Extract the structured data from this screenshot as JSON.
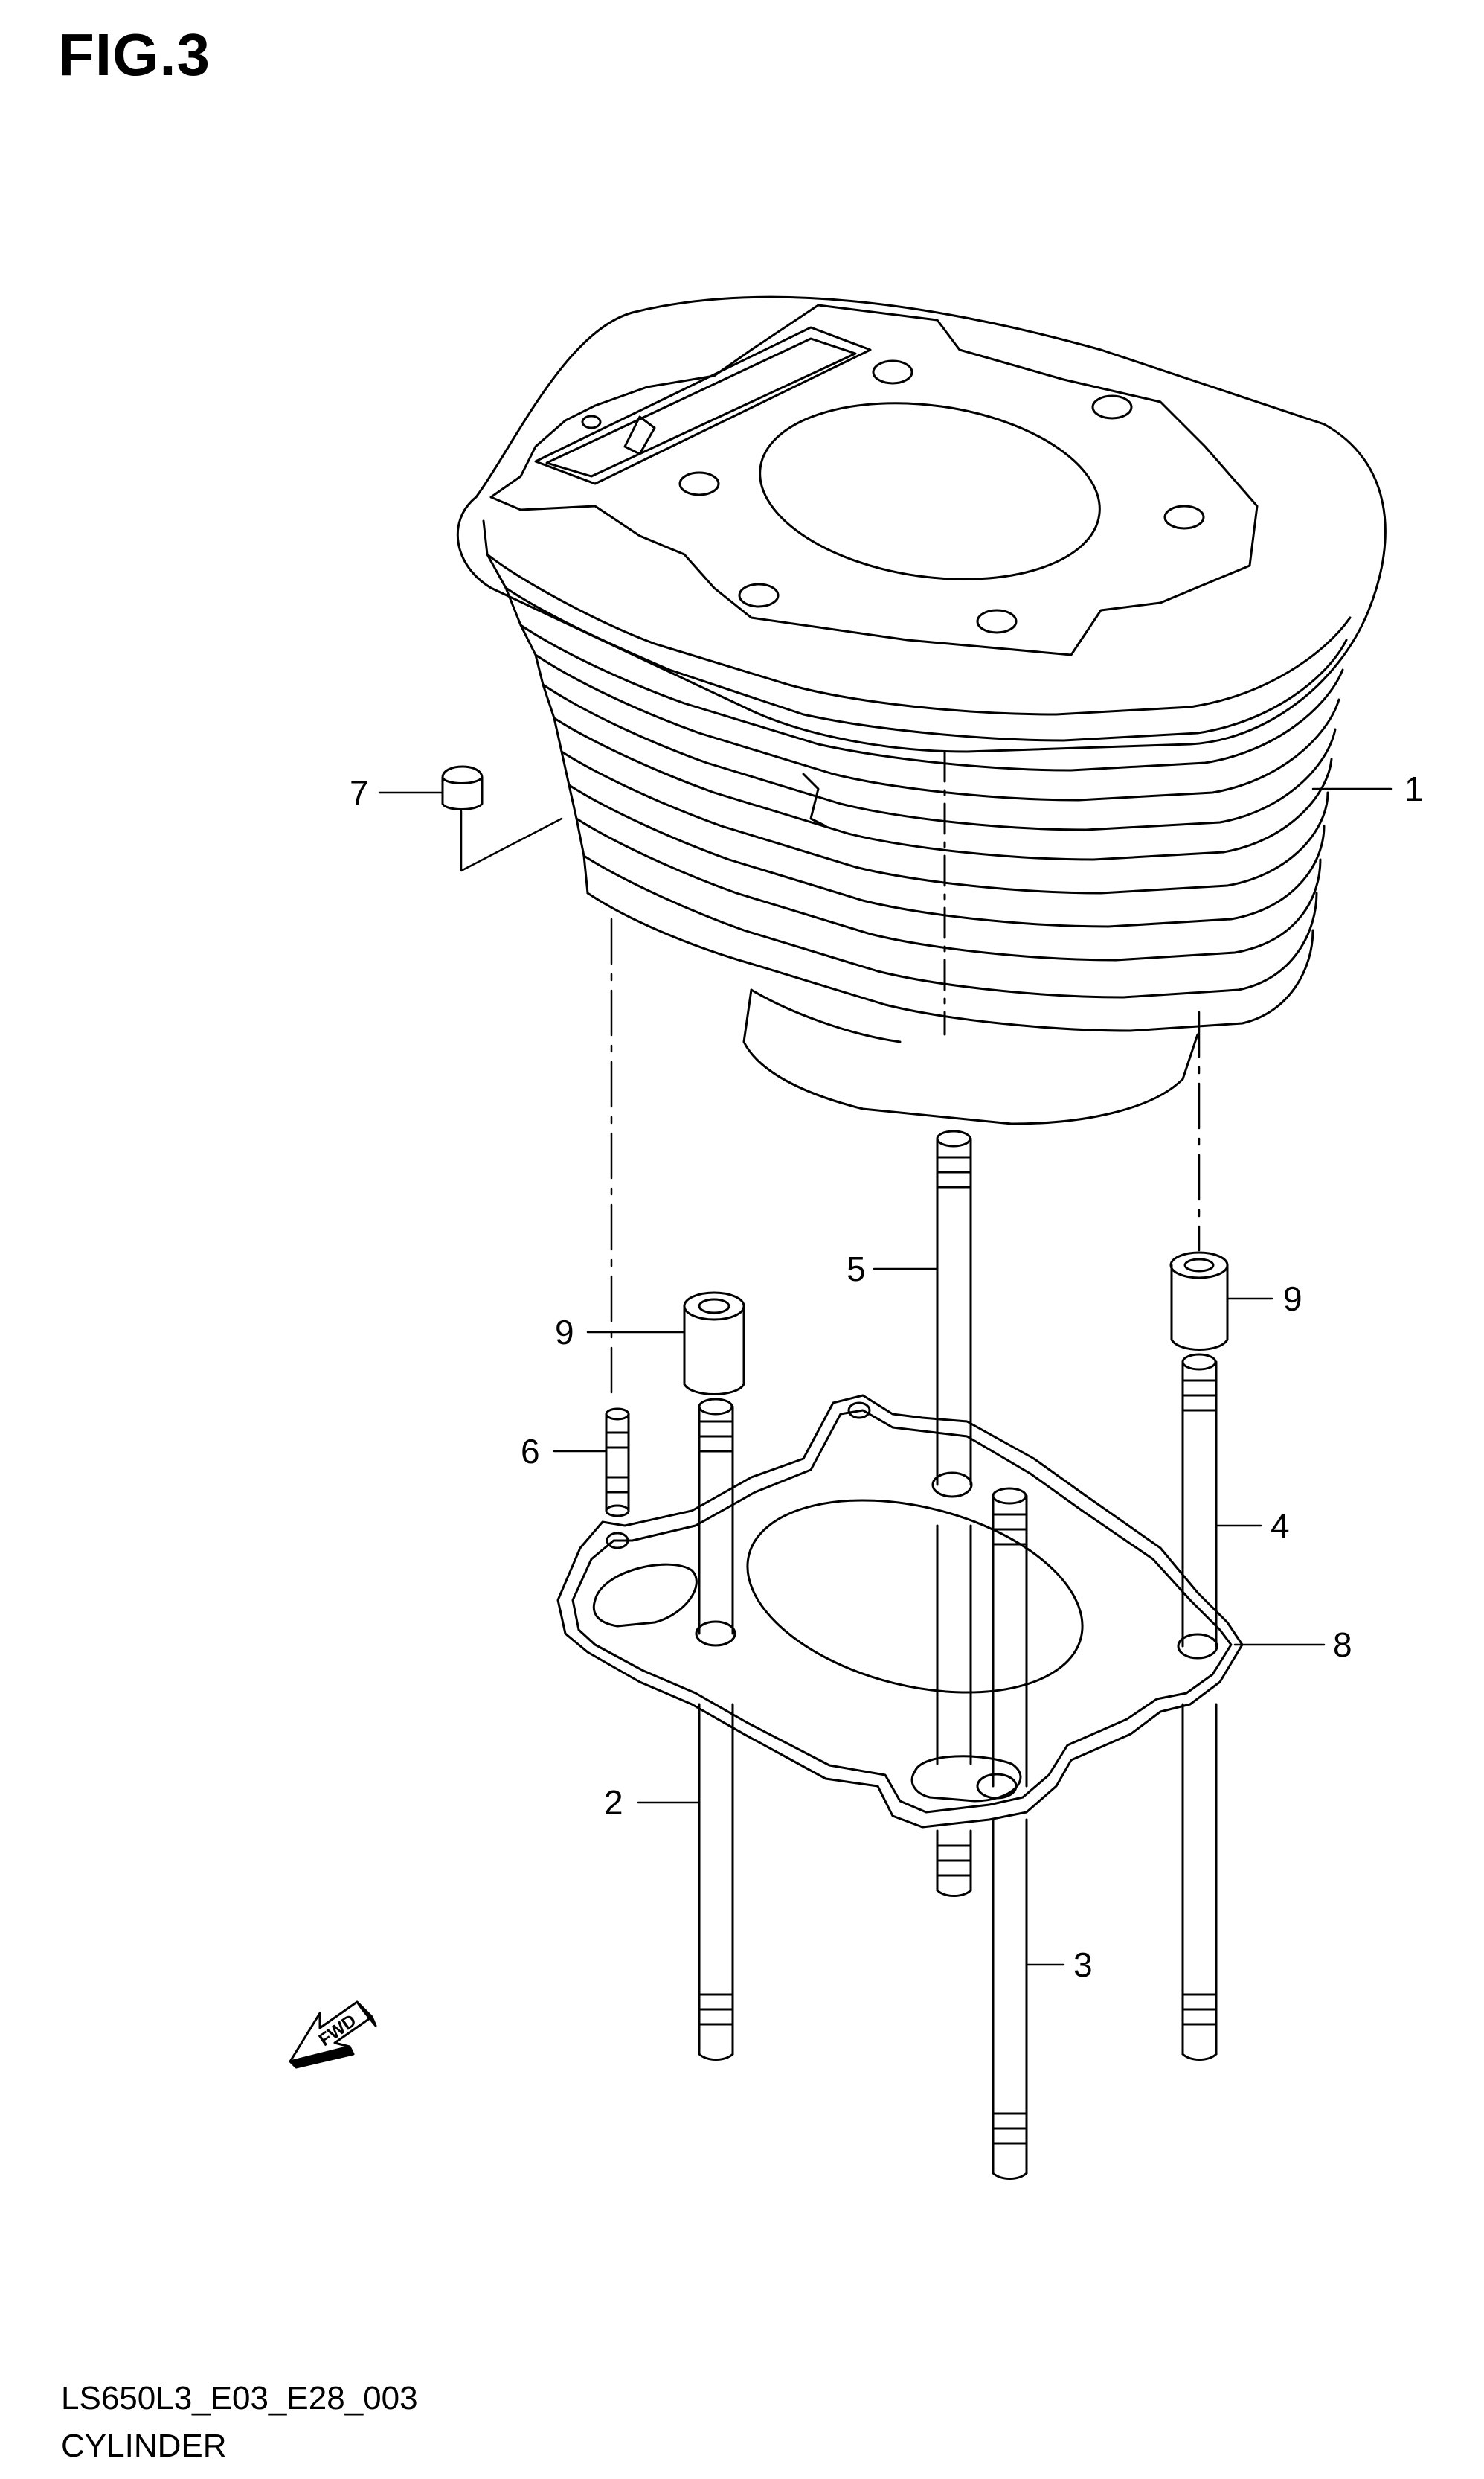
{
  "figure": {
    "title": "FIG.3",
    "drawing_code": "LS650L3_E03_E28_003",
    "name": "CYLINDER"
  },
  "fwd_label": "FWD",
  "callouts": [
    {
      "id": "c1",
      "label": "1"
    },
    {
      "id": "c2",
      "label": "2"
    },
    {
      "id": "c3",
      "label": "3"
    },
    {
      "id": "c4",
      "label": "4"
    },
    {
      "id": "c5",
      "label": "5"
    },
    {
      "id": "c6",
      "label": "6"
    },
    {
      "id": "c7",
      "label": "7"
    },
    {
      "id": "c8",
      "label": "8"
    },
    {
      "id": "c9a",
      "label": "9"
    },
    {
      "id": "c9b",
      "label": "9"
    }
  ],
  "colors": {
    "line": "#000000",
    "background": "#ffffff"
  }
}
